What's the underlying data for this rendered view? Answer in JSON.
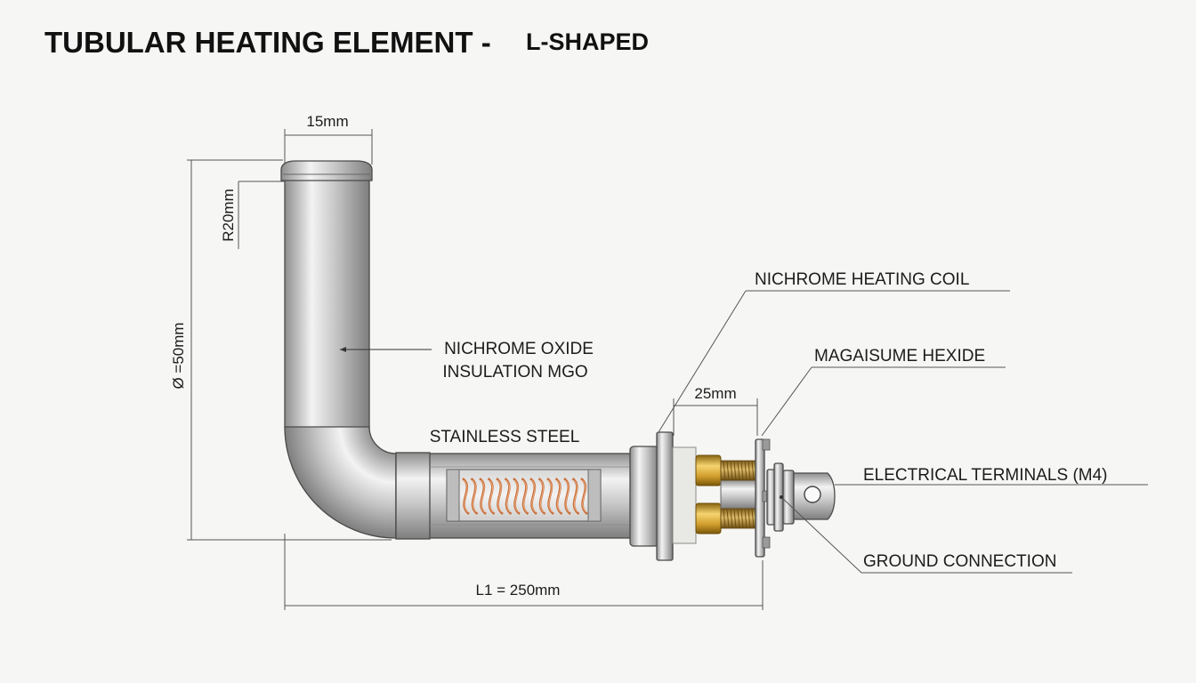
{
  "title": {
    "main": "TUBULAR HEATING ELEMENT -",
    "sub": "L-SHAPED"
  },
  "dimensions": {
    "width": "15mm",
    "radius": "R20mm",
    "diameter": "Ø =50mm",
    "terminal_gap": "25mm",
    "length": "L1 = 250mm"
  },
  "labels": {
    "insulation_line1": "NICHROME OXIDE",
    "insulation_line2": "INSULATION MGO",
    "sheath": "STAINLESS STEEL",
    "coil": "NICHROME HEATING COIL",
    "oxide": "MAGAISUME HEXIDE",
    "terminals": "ELECTRICAL TERMINALS (M4)",
    "ground": "GROUND CONNECTION"
  },
  "colors": {
    "steel_light": "#f2f2f2",
    "steel_mid": "#c4c4c4",
    "steel_dark": "#8a8a8a",
    "copper": "#c8703c",
    "brass": "#d4a531",
    "background": "#f6f6f4"
  }
}
